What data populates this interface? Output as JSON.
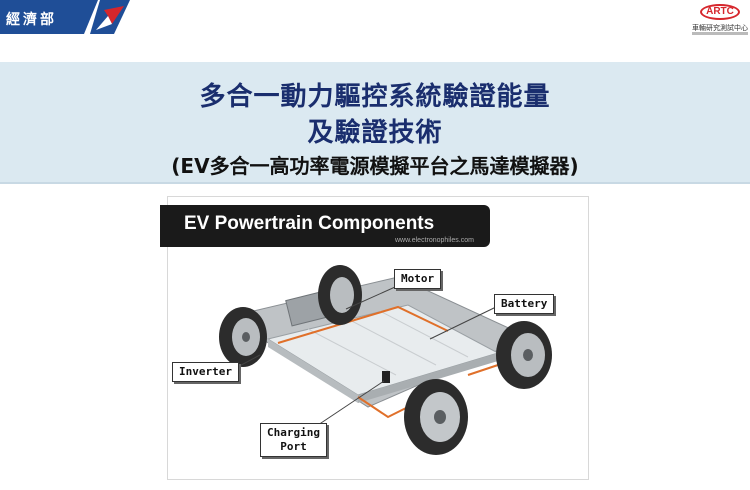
{
  "header": {
    "org_left": "經濟部",
    "org_right_logo": "ARTC",
    "org_right_sub": "車輛研究測試中心"
  },
  "title": {
    "line1": "多合一動力驅控系統驗證能量",
    "line2": "及驗證技術",
    "line3": "(EV多合一高功率電源模擬平台之馬達模擬器)"
  },
  "figure": {
    "title": "EV Powertrain Components",
    "site": "www.electronophiles.com",
    "labels": {
      "motor": "Motor",
      "battery": "Battery",
      "inverter": "Inverter",
      "charging_line1": "Charging",
      "charging_line2": "Port"
    }
  },
  "colors": {
    "title_band": "#dbe9f1",
    "title_text": "#1a2e6e",
    "moea_blue": "#1f4e97",
    "artc_red": "#d6262c"
  }
}
